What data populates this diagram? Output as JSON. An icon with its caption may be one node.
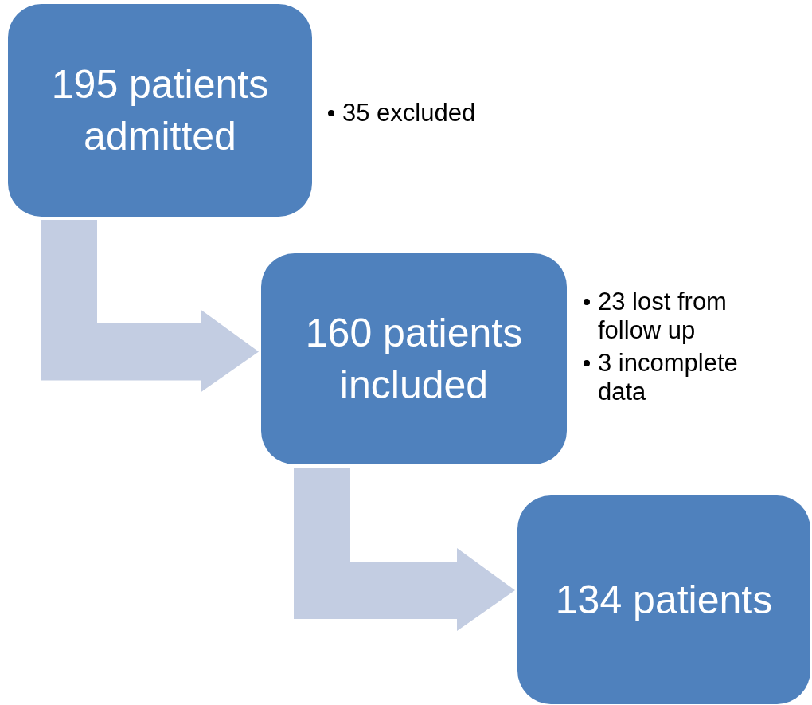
{
  "diagram": {
    "nodes": [
      {
        "text": [
          "195 patients admitted"
        ],
        "beside": [
          "35 excluded"
        ]
      },
      {
        "text": [
          "160 patients included"
        ],
        "beside": [
          "23 lost from follow up",
          "3 incomplete data"
        ]
      },
      {
        "text": [
          "134 patients"
        ]
      }
    ],
    "edges": [
      {
        "from": 0,
        "to": 1,
        "arrow": "to"
      },
      {
        "from": 1,
        "to": 2,
        "arrow": "to"
      }
    ]
  }
}
